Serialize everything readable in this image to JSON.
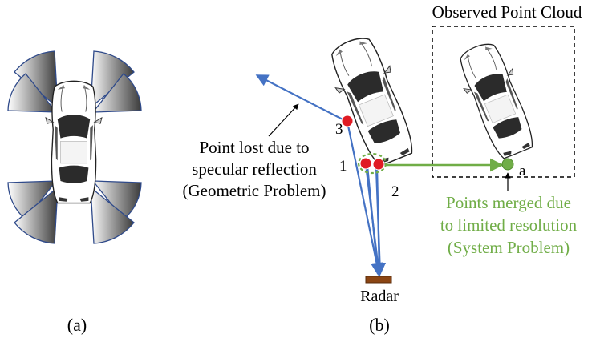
{
  "figure": {
    "panel_a_label": "(a)",
    "panel_b_label": "(b)"
  },
  "panel_b": {
    "observed_box_title": "Observed Point Cloud",
    "radar_label": "Radar",
    "point_labels": {
      "p1": "1",
      "p2": "2",
      "p3": "3",
      "pa": "a"
    },
    "annotation_geometric": {
      "line1": "Point lost due to",
      "line2": "specular reflection",
      "line3": "(Geometric Problem)"
    },
    "annotation_system": {
      "line1": "Points merged due",
      "line2": "to limited resolution",
      "line3": "(System Problem)"
    }
  },
  "colors": {
    "blue_ray": "#4472c4",
    "green": "#70ad47",
    "red_point": "#e01b24",
    "radar": "#8b4513",
    "sensor_edge": "#2f4a8a"
  }
}
